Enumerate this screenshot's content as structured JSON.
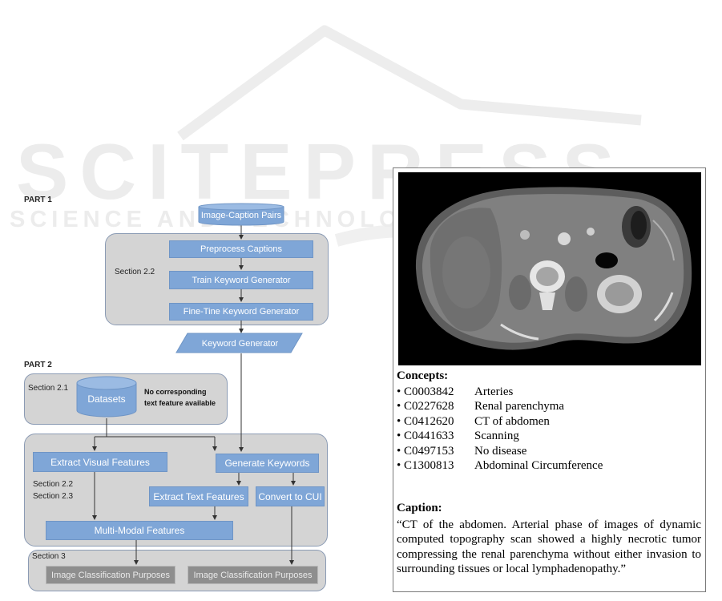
{
  "watermark": {
    "main": "SCITEPRESS",
    "sub": "SCIENCE AND TECHNOLOGY PUBLICATIONS"
  },
  "flowchart": {
    "part1_label": "PART 1",
    "part2_label": "PART 2",
    "image_caption_pairs": "Image-Caption Pairs",
    "preprocess": "Preprocess Captions",
    "train": "Train Keyword Generator",
    "finetune": "Fine-Tine Keyword Generator",
    "section_2_2_top": "Section 2.2",
    "keyword_generator": "Keyword Generator",
    "section_2_1": "Section 2.1",
    "datasets": "Datasets",
    "no_text_note_line1": "No corresponding",
    "no_text_note_line2": "text feature available",
    "extract_visual": "Extract Visual Features",
    "generate_keywords": "Generate Keywords",
    "section_2_2_mid": "Section 2.2",
    "section_2_3": "Section 2.3",
    "extract_text": "Extract Text Features",
    "convert_cui": "Convert to CUI",
    "multimodal": "Multi-Modal Features",
    "section_3": "Section 3",
    "classification_left": "Image Classification Purposes",
    "classification_right": "Image Classification Purposes"
  },
  "example": {
    "concepts_title": "Concepts:",
    "concepts": [
      {
        "code": "C0003842",
        "name": "Arteries"
      },
      {
        "code": "C0227628",
        "name": "Renal parenchyma"
      },
      {
        "code": "C0412620",
        "name": "CT of abdomen"
      },
      {
        "code": "C0441633",
        "name": "Scanning"
      },
      {
        "code": "C0497153",
        "name": "No disease"
      },
      {
        "code": "C1300813",
        "name": "Abdominal Circumference"
      }
    ],
    "bullet": "•",
    "caption_title": "Caption:",
    "caption_text": "“CT of the abdomen. Arterial phase of images of dynamic computed topography scan showed a highly necrotic tumor compressing the renal parenchyma without either invasion to surrounding tissues or local lymphadenopathy.”"
  }
}
